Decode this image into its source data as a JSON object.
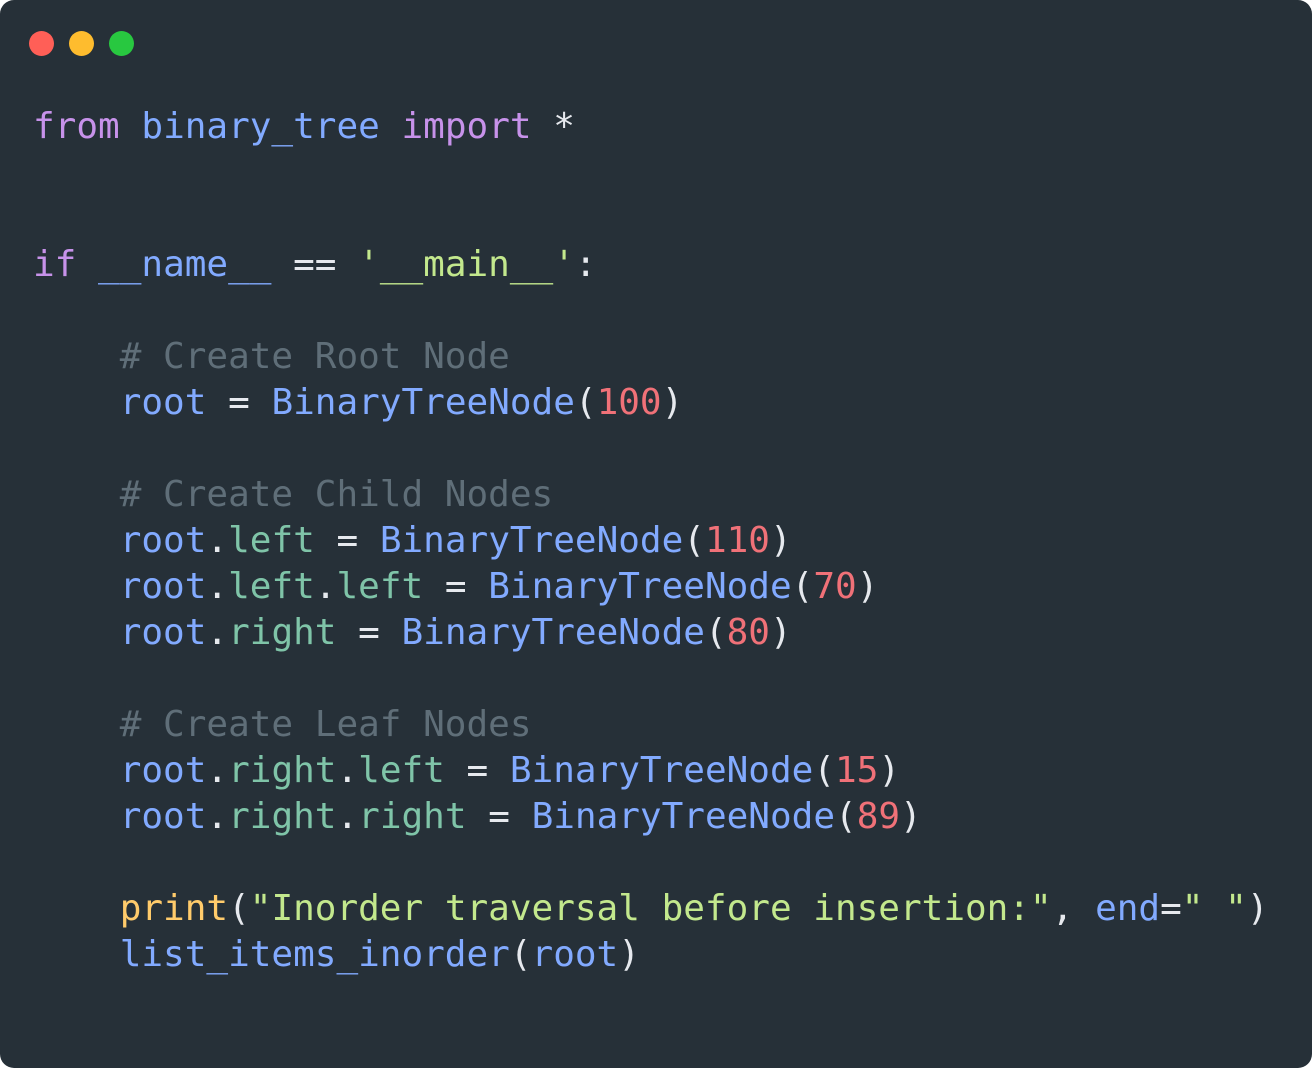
{
  "colors": {
    "background": "#263038",
    "traffic_red": "#ff5f57",
    "traffic_yellow": "#febc2e",
    "traffic_green": "#28c840",
    "keyword": "#c792ea",
    "identifier": "#82aaff",
    "plain": "#e6e9ee",
    "string": "#c3e88d",
    "comment": "#5f6e78",
    "number": "#f07178",
    "attribute": "#7fc4a8",
    "builtin": "#ffcb6b"
  },
  "window_controls": [
    "close",
    "minimize",
    "maximize"
  ],
  "code_lines": [
    {
      "tokens": [
        {
          "t": "from",
          "k": "keyword"
        },
        {
          "t": " ",
          "k": "plain"
        },
        {
          "t": "binary_tree",
          "k": "identifier"
        },
        {
          "t": " ",
          "k": "plain"
        },
        {
          "t": "import",
          "k": "keyword"
        },
        {
          "t": " *",
          "k": "plain"
        }
      ]
    },
    {
      "tokens": []
    },
    {
      "tokens": []
    },
    {
      "tokens": [
        {
          "t": "if",
          "k": "keyword"
        },
        {
          "t": " ",
          "k": "plain"
        },
        {
          "t": "__name__",
          "k": "identifier"
        },
        {
          "t": " == ",
          "k": "plain"
        },
        {
          "t": "'__main__'",
          "k": "string"
        },
        {
          "t": ":",
          "k": "plain"
        }
      ]
    },
    {
      "tokens": []
    },
    {
      "tokens": [
        {
          "t": "    ",
          "k": "plain"
        },
        {
          "t": "# Create Root Node",
          "k": "comment"
        }
      ]
    },
    {
      "tokens": [
        {
          "t": "    ",
          "k": "plain"
        },
        {
          "t": "root",
          "k": "identifier"
        },
        {
          "t": " = ",
          "k": "plain"
        },
        {
          "t": "BinaryTreeNode",
          "k": "identifier"
        },
        {
          "t": "(",
          "k": "plain"
        },
        {
          "t": "100",
          "k": "number"
        },
        {
          "t": ")",
          "k": "plain"
        }
      ]
    },
    {
      "tokens": []
    },
    {
      "tokens": [
        {
          "t": "    ",
          "k": "plain"
        },
        {
          "t": "# Create Child Nodes",
          "k": "comment"
        }
      ]
    },
    {
      "tokens": [
        {
          "t": "    ",
          "k": "plain"
        },
        {
          "t": "root",
          "k": "identifier"
        },
        {
          "t": ".",
          "k": "plain"
        },
        {
          "t": "left",
          "k": "attribute"
        },
        {
          "t": " = ",
          "k": "plain"
        },
        {
          "t": "BinaryTreeNode",
          "k": "identifier"
        },
        {
          "t": "(",
          "k": "plain"
        },
        {
          "t": "110",
          "k": "number"
        },
        {
          "t": ")",
          "k": "plain"
        }
      ]
    },
    {
      "tokens": [
        {
          "t": "    ",
          "k": "plain"
        },
        {
          "t": "root",
          "k": "identifier"
        },
        {
          "t": ".",
          "k": "plain"
        },
        {
          "t": "left",
          "k": "attribute"
        },
        {
          "t": ".",
          "k": "plain"
        },
        {
          "t": "left",
          "k": "attribute"
        },
        {
          "t": " = ",
          "k": "plain"
        },
        {
          "t": "BinaryTreeNode",
          "k": "identifier"
        },
        {
          "t": "(",
          "k": "plain"
        },
        {
          "t": "70",
          "k": "number"
        },
        {
          "t": ")",
          "k": "plain"
        }
      ]
    },
    {
      "tokens": [
        {
          "t": "    ",
          "k": "plain"
        },
        {
          "t": "root",
          "k": "identifier"
        },
        {
          "t": ".",
          "k": "plain"
        },
        {
          "t": "right",
          "k": "attribute"
        },
        {
          "t": " = ",
          "k": "plain"
        },
        {
          "t": "BinaryTreeNode",
          "k": "identifier"
        },
        {
          "t": "(",
          "k": "plain"
        },
        {
          "t": "80",
          "k": "number"
        },
        {
          "t": ")",
          "k": "plain"
        }
      ]
    },
    {
      "tokens": []
    },
    {
      "tokens": [
        {
          "t": "    ",
          "k": "plain"
        },
        {
          "t": "# Create Leaf Nodes",
          "k": "comment"
        }
      ]
    },
    {
      "tokens": [
        {
          "t": "    ",
          "k": "plain"
        },
        {
          "t": "root",
          "k": "identifier"
        },
        {
          "t": ".",
          "k": "plain"
        },
        {
          "t": "right",
          "k": "attribute"
        },
        {
          "t": ".",
          "k": "plain"
        },
        {
          "t": "left",
          "k": "attribute"
        },
        {
          "t": " = ",
          "k": "plain"
        },
        {
          "t": "BinaryTreeNode",
          "k": "identifier"
        },
        {
          "t": "(",
          "k": "plain"
        },
        {
          "t": "15",
          "k": "number"
        },
        {
          "t": ")",
          "k": "plain"
        }
      ]
    },
    {
      "tokens": [
        {
          "t": "    ",
          "k": "plain"
        },
        {
          "t": "root",
          "k": "identifier"
        },
        {
          "t": ".",
          "k": "plain"
        },
        {
          "t": "right",
          "k": "attribute"
        },
        {
          "t": ".",
          "k": "plain"
        },
        {
          "t": "right",
          "k": "attribute"
        },
        {
          "t": " = ",
          "k": "plain"
        },
        {
          "t": "BinaryTreeNode",
          "k": "identifier"
        },
        {
          "t": "(",
          "k": "plain"
        },
        {
          "t": "89",
          "k": "number"
        },
        {
          "t": ")",
          "k": "plain"
        }
      ]
    },
    {
      "tokens": []
    },
    {
      "tokens": [
        {
          "t": "    ",
          "k": "plain"
        },
        {
          "t": "print",
          "k": "builtin"
        },
        {
          "t": "(",
          "k": "plain"
        },
        {
          "t": "\"Inorder traversal before insertion:\"",
          "k": "string"
        },
        {
          "t": ", ",
          "k": "plain"
        },
        {
          "t": "end",
          "k": "identifier"
        },
        {
          "t": "=",
          "k": "plain"
        },
        {
          "t": "\" \"",
          "k": "string"
        },
        {
          "t": ")",
          "k": "plain"
        }
      ]
    },
    {
      "tokens": [
        {
          "t": "    ",
          "k": "plain"
        },
        {
          "t": "list_items_inorder",
          "k": "identifier"
        },
        {
          "t": "(",
          "k": "plain"
        },
        {
          "t": "root",
          "k": "identifier"
        },
        {
          "t": ")",
          "k": "plain"
        }
      ]
    }
  ]
}
